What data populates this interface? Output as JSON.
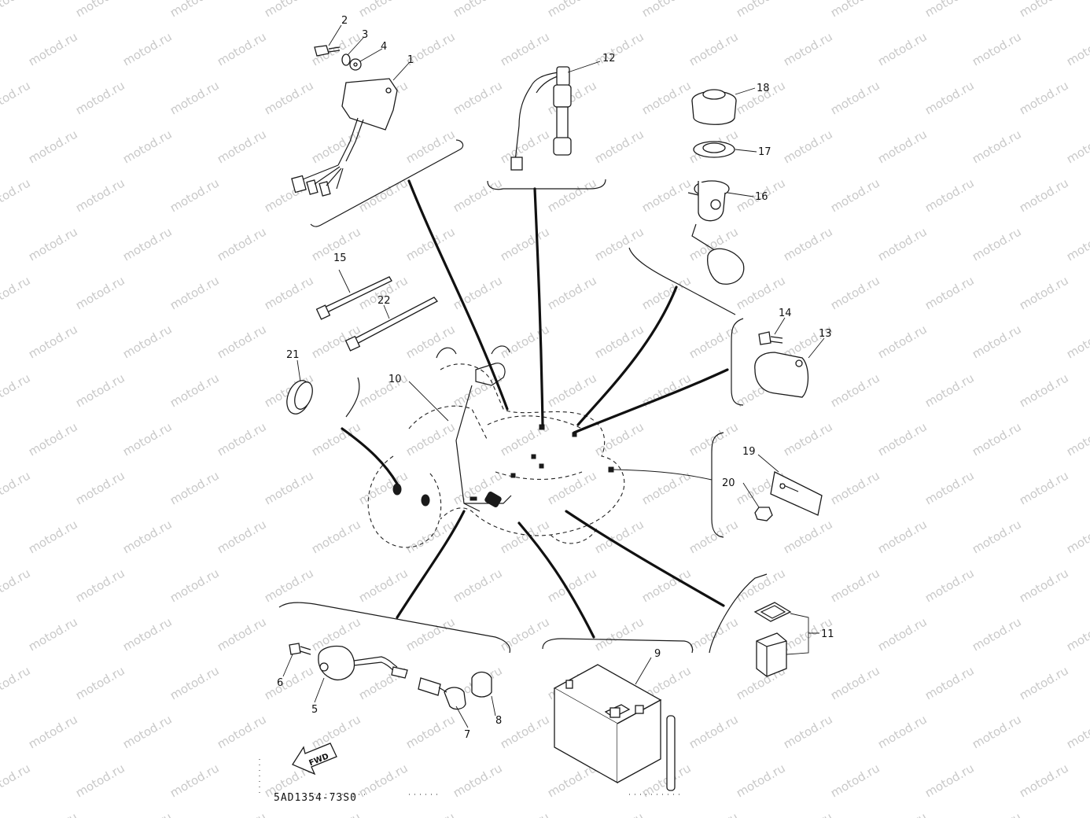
{
  "watermark": "motod.ru",
  "diagram_code": "5AD1354-73S0",
  "fwd_label": "FWD",
  "callouts": [
    "1",
    "2",
    "3",
    "4",
    "5",
    "6",
    "7",
    "8",
    "9",
    "10",
    "11",
    "12",
    "13",
    "14",
    "15",
    "16",
    "17",
    "18",
    "19",
    "20",
    "21",
    "22"
  ]
}
